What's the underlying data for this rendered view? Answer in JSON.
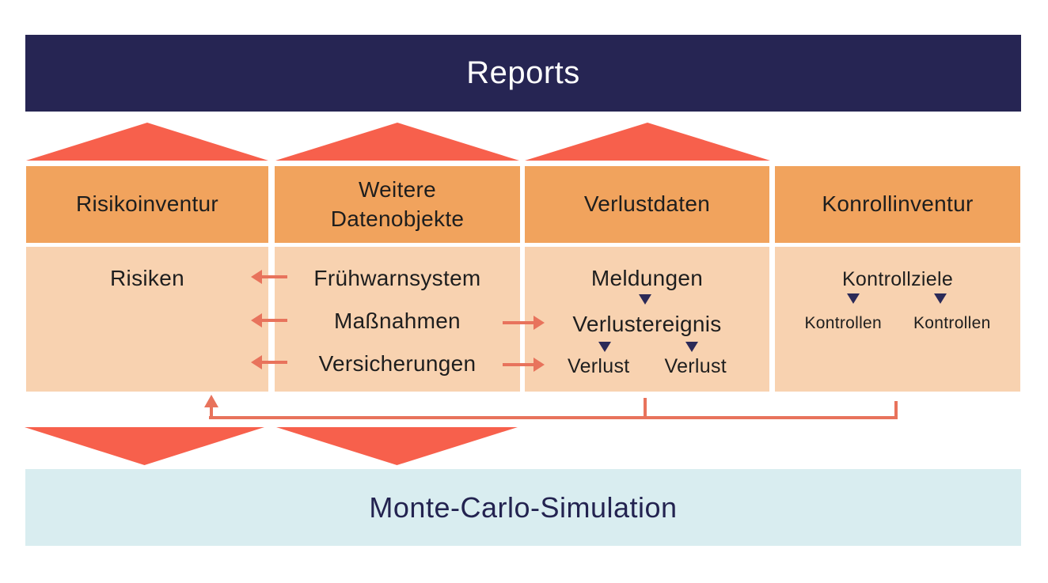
{
  "bars": {
    "reports": "Reports",
    "monte_carlo": "Monte-Carlo-Simulation"
  },
  "columns": [
    {
      "header": "Risikoinventur",
      "items": {
        "risiken": "Risiken"
      }
    },
    {
      "header": "Weitere Datenobjekte",
      "items": {
        "fruehwarnsystem": "Frühwarnsystem",
        "massnahmen": "Maßnahmen",
        "versicherungen": "Versicherungen"
      }
    },
    {
      "header": "Verlustdaten",
      "items": {
        "meldungen": "Meldungen",
        "verlustereignis": "Verlustereignis",
        "verlust_links": "Verlust",
        "verlust_rechts": "Verlust"
      }
    },
    {
      "header": "Konrollinventur",
      "items": {
        "kontrollziele": "Kontrollziele",
        "kontrollen_links": "Kontrollen",
        "kontrollen_rechts": "Kontrollen"
      }
    }
  ],
  "colors": {
    "navy_bar": "#262553",
    "big_arrow_red": "#f7604c",
    "connector_salmon": "#e8735c",
    "header_orange": "#f1a35d",
    "body_light_orange": "#f8d2b0",
    "monte_carlo_light_blue": "#d9edf0",
    "small_triangle_navy": "#2b2a58",
    "box_text": "#1e1e1e",
    "monte_carlo_text": "#232350"
  }
}
